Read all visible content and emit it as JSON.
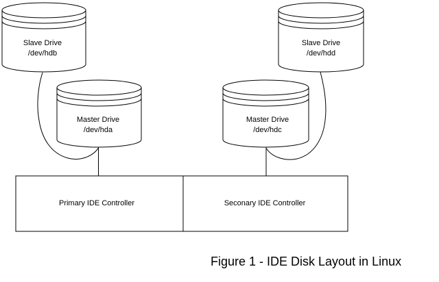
{
  "diagram": {
    "caption": "Figure 1 - IDE Disk Layout in Linux",
    "drives": [
      {
        "label": "Slave Drive",
        "device": "/dev/hdb"
      },
      {
        "label": "Master Drive",
        "device": "/dev/hda"
      },
      {
        "label": "Slave Drive",
        "device": "/dev/hdd"
      },
      {
        "label": "Master Drive",
        "device": "/dev/hdc"
      }
    ],
    "controllers": [
      {
        "label": "Primary IDE Controller"
      },
      {
        "label": "Seconary IDE Controller"
      }
    ],
    "colors": {
      "background": "#ffffff",
      "line": "#000000",
      "text": "#000000"
    }
  }
}
